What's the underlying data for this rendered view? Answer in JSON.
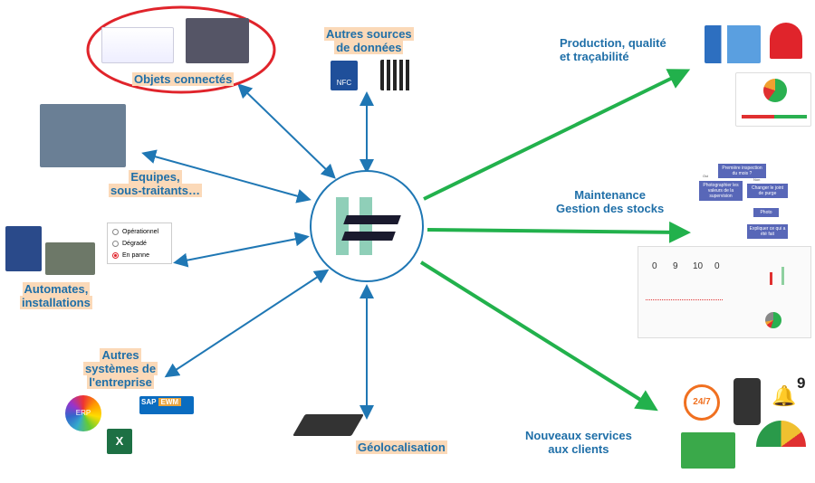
{
  "center": {
    "logo": "hash-logo"
  },
  "inputs": {
    "connected_objects": "Objets connectés",
    "other_sources": [
      "Autres sources",
      "de données"
    ],
    "nfc": "NFC",
    "teams": [
      "Equipes,",
      "sous-traitants…"
    ],
    "automation": [
      "Automates,",
      "installations"
    ],
    "other_systems": [
      "Autres",
      "systèmes de",
      "l'entreprise"
    ],
    "geolocation": "Géolocalisation",
    "erp": "ERP",
    "sap": "SAP",
    "ewm": "EWM",
    "excel": "X"
  },
  "radio_options": [
    "Opérationnel",
    "Dégradé",
    "En panne"
  ],
  "outputs": {
    "production": [
      "Production, qualité",
      "et traçabilité"
    ],
    "maintenance": [
      "Maintenance",
      "Gestion des stocks"
    ],
    "services": [
      "Nouveaux services",
      "aux clients"
    ],
    "badge_247": "24/7",
    "notif_count": "9"
  },
  "flowchart": {
    "q": "Première inspection du mois ?",
    "yes": "Oui",
    "no": "Non",
    "a": "Photographier les valeurs de la supervision",
    "b": "Changer le joint de purge",
    "c": "Photo",
    "d": "Expliquer ce qui a été fait"
  },
  "dashboard": {
    "counts": [
      "0",
      "9",
      "10",
      "0"
    ]
  },
  "colors": {
    "in_arrow": "#1f77b4",
    "out_arrow": "#22b14c",
    "circle": "#e0242b",
    "logo_green": "#8fcfb8",
    "logo_dark": "#1a1a2e"
  }
}
